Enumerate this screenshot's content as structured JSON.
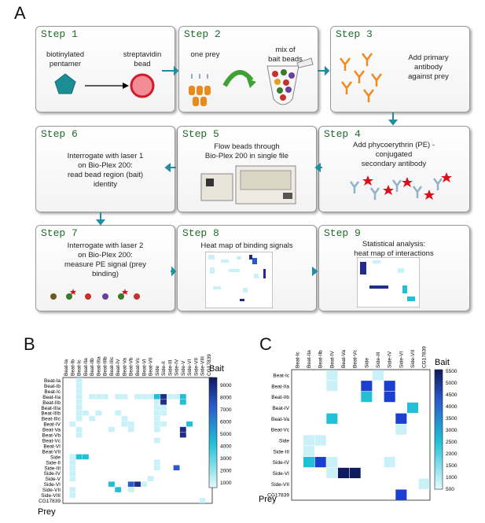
{
  "panels": {
    "a": "A",
    "b": "B",
    "c": "C"
  },
  "steps": [
    {
      "title": "Step 1",
      "lines": [
        "biotinylated",
        "pentamer"
      ],
      "lines2": [
        "streptavidin",
        "bead"
      ]
    },
    {
      "title": "Step 2",
      "lines": [
        "one prey"
      ],
      "lines2": [
        "mix of",
        "bait beads"
      ]
    },
    {
      "title": "Step 3",
      "lines": [
        "Add primary",
        "antibody",
        "against prey"
      ]
    },
    {
      "title": "Step 4",
      "lines": [
        "Add phycoerythrin (PE) -",
        "conjugated",
        "secondary antibody"
      ]
    },
    {
      "title": "Step 5",
      "lines": [
        "Flow beads through",
        "Bio-Plex 200 in single file"
      ]
    },
    {
      "title": "Step 6",
      "lines": [
        "Interrogate with laser 1",
        "on Bio-Plex 200:",
        "read bead region (bait)",
        "identity"
      ]
    },
    {
      "title": "Step 7",
      "lines": [
        "Interrogate with laser 2",
        "on Bio-Plex 200:",
        "measure PE signal (prey",
        "binding)"
      ]
    },
    {
      "title": "Step 8",
      "lines": [
        "Heat map of binding signals"
      ]
    },
    {
      "title": "Step 9",
      "lines": [
        "Statistical analysis:",
        "heat map of interactions"
      ]
    }
  ],
  "heatmap_b": {
    "cols": [
      "Beat-Ia",
      "Beat-Ib",
      "Beat-Ic",
      "Beat-IIa",
      "Beat-IIb",
      "Beat-IIIa",
      "Beat-IIIb",
      "Beat-IIIc",
      "Beat-IV",
      "Beat-Va",
      "Beat-Vb",
      "Beat-Vc",
      "Beat-VI",
      "Beat-VII",
      "Side",
      "Side-II",
      "Side-III",
      "Side-IV",
      "Side-V",
      "Side-VI",
      "Side-VII",
      "Side-VIII",
      "CG17839"
    ],
    "rows": [
      "Beat-Ia",
      "Beat-Ib",
      "Beat-Ic",
      "Beat-IIa",
      "Beat-IIb",
      "Beat-IIIa",
      "Beat-IIIb",
      "Beat-IIIc",
      "Beat-IV",
      "Beat-Va",
      "Beat-Vb",
      "Beat-Vc",
      "Beat-VI",
      "Beat-VII",
      "Side",
      "Side-II",
      "Side-III",
      "Side-IV",
      "Side-V",
      "Side-VI",
      "Side-VII",
      "Side-VIII",
      "CG17839"
    ],
    "xlabel": "Prey",
    "scale_title": "Bait",
    "ticks": [
      "9000",
      "8000",
      "7000",
      "6000",
      "5000",
      "4000",
      "3000",
      "2000",
      "1000"
    ]
  },
  "heatmap_c": {
    "cols": [
      "Beat-Ic",
      "Beat-IIa",
      "Beat-IIb",
      "Beat-IV",
      "Beat-Va",
      "Beat-Vc",
      "Side",
      "Side-III",
      "Side-IV",
      "Side-VI",
      "Side-VII",
      "CG17839"
    ],
    "rows": [
      "Beat-Ic",
      "Beat-IIa",
      "Beat-IIb",
      "Beat-IV",
      "Beat-Va",
      "Beat-Vc",
      "Side",
      "Side-III",
      "Side-IV",
      "Side-VI",
      "Side-VII",
      "CG17839"
    ],
    "xlabel": "Prey",
    "scale_title": "Bait",
    "ticks": [
      "5500",
      "5000",
      "4500",
      "4000",
      "3500",
      "3000",
      "2500",
      "2000",
      "1500",
      "1000",
      "500"
    ]
  }
}
